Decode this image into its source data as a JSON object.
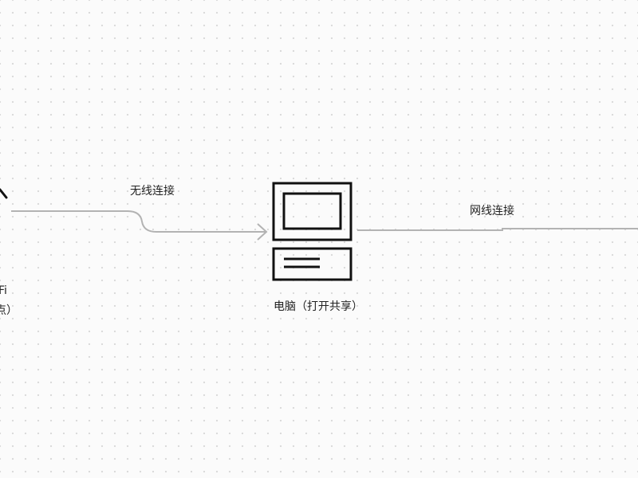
{
  "colors": {
    "edge": "#b3b3b3",
    "node_stroke": "#111111",
    "text": "#222222",
    "background": "#fbfbfb",
    "grid_dot": "#d9d9d9"
  },
  "nodes": {
    "wifi_hotspot": {
      "icon": "wifi-hotspot-icon",
      "label_line1": "Fi",
      "label_line2": "点）"
    },
    "computer": {
      "icon": "desktop-computer-icon",
      "label": "电脑（打开共享）"
    }
  },
  "edges": {
    "wireless": {
      "label": "无线连接",
      "arrow": "arrow-right-icon"
    },
    "ethernet": {
      "label": "网线连接"
    }
  }
}
